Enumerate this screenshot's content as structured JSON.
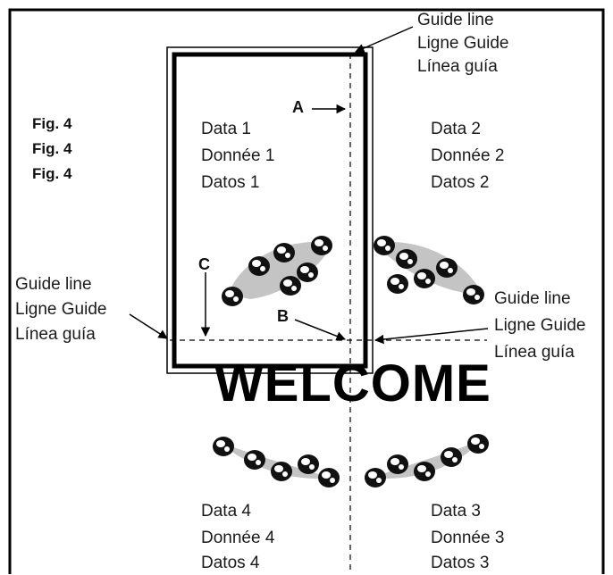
{
  "figure_labels": [
    "Fig. 4",
    "Fig. 4",
    "Fig. 4"
  ],
  "guide_top": [
    "Guide line",
    "Ligne Guide",
    "Línea guía"
  ],
  "guide_left": [
    "Guide line",
    "Ligne Guide",
    "Línea guía"
  ],
  "guide_right": [
    "Guide line",
    "Ligne Guide",
    "Línea guía"
  ],
  "markers": {
    "a": "A",
    "b": "B",
    "c": "C"
  },
  "data_blocks": {
    "d1": [
      "Data 1",
      "Donnée 1",
      "Datos 1"
    ],
    "d2": [
      "Data 2",
      "Donnée 2",
      "Datos 2"
    ],
    "d3": [
      "Data 3",
      "Donnée 3",
      "Datos 3"
    ],
    "d4": [
      "Data 4",
      "Donnée 4",
      "Datos 4"
    ]
  },
  "welcome": "WELCOME",
  "colors": {
    "ink": "#000000",
    "paper": "#ffffff"
  },
  "icons": [
    "floral-ornament-icon"
  ]
}
